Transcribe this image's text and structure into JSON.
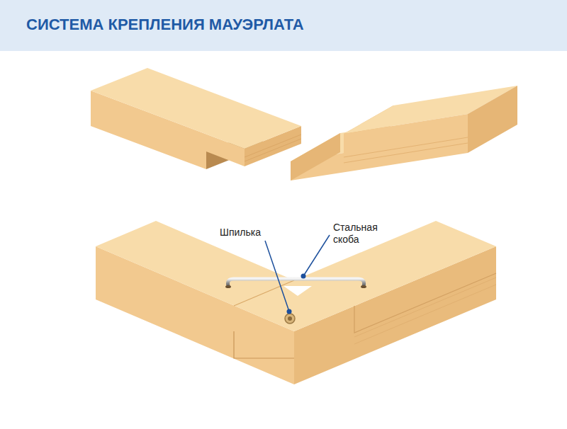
{
  "diagram": {
    "title": "СИСТЕМА КРЕПЛЕНИЯ МАУЭРЛАТА",
    "labels": [
      "Шпилька",
      "Стальная скоба"
    ]
  }
}
